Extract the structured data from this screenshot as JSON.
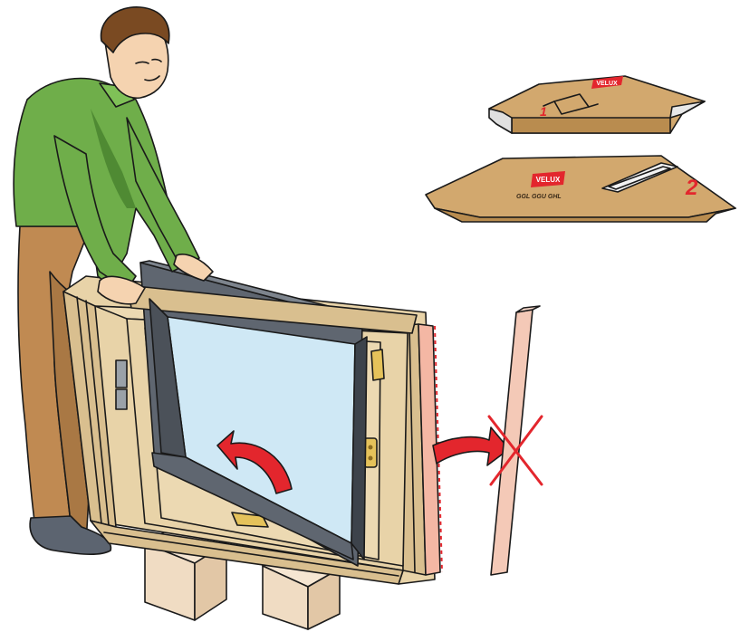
{
  "illustration": {
    "box_lid_1": {
      "number": "1",
      "logo": "VELUX"
    },
    "box_lid_2": {
      "number": "2",
      "logo": "VELUX",
      "small_print": "GGL GGU GHL"
    },
    "colors": {
      "cardboard": "#d2a86e",
      "cardboard_dark": "#b98c4f",
      "wood": "#e8d3a8",
      "wood_dark": "#c9ad7c",
      "glass": "#cfe8f5",
      "sash_grey": "#5f6670",
      "sash_dark": "#3d434b",
      "red": "#e3262d",
      "shirt": "#6fae4a",
      "shirt_dark": "#4f8a33",
      "trousers": "#c08a52",
      "skin": "#f5d3b0",
      "hair": "#7a4a22",
      "shoe": "#5c6470",
      "pink_strip": "#f4b7a4",
      "block": "#f0dcc3"
    }
  }
}
